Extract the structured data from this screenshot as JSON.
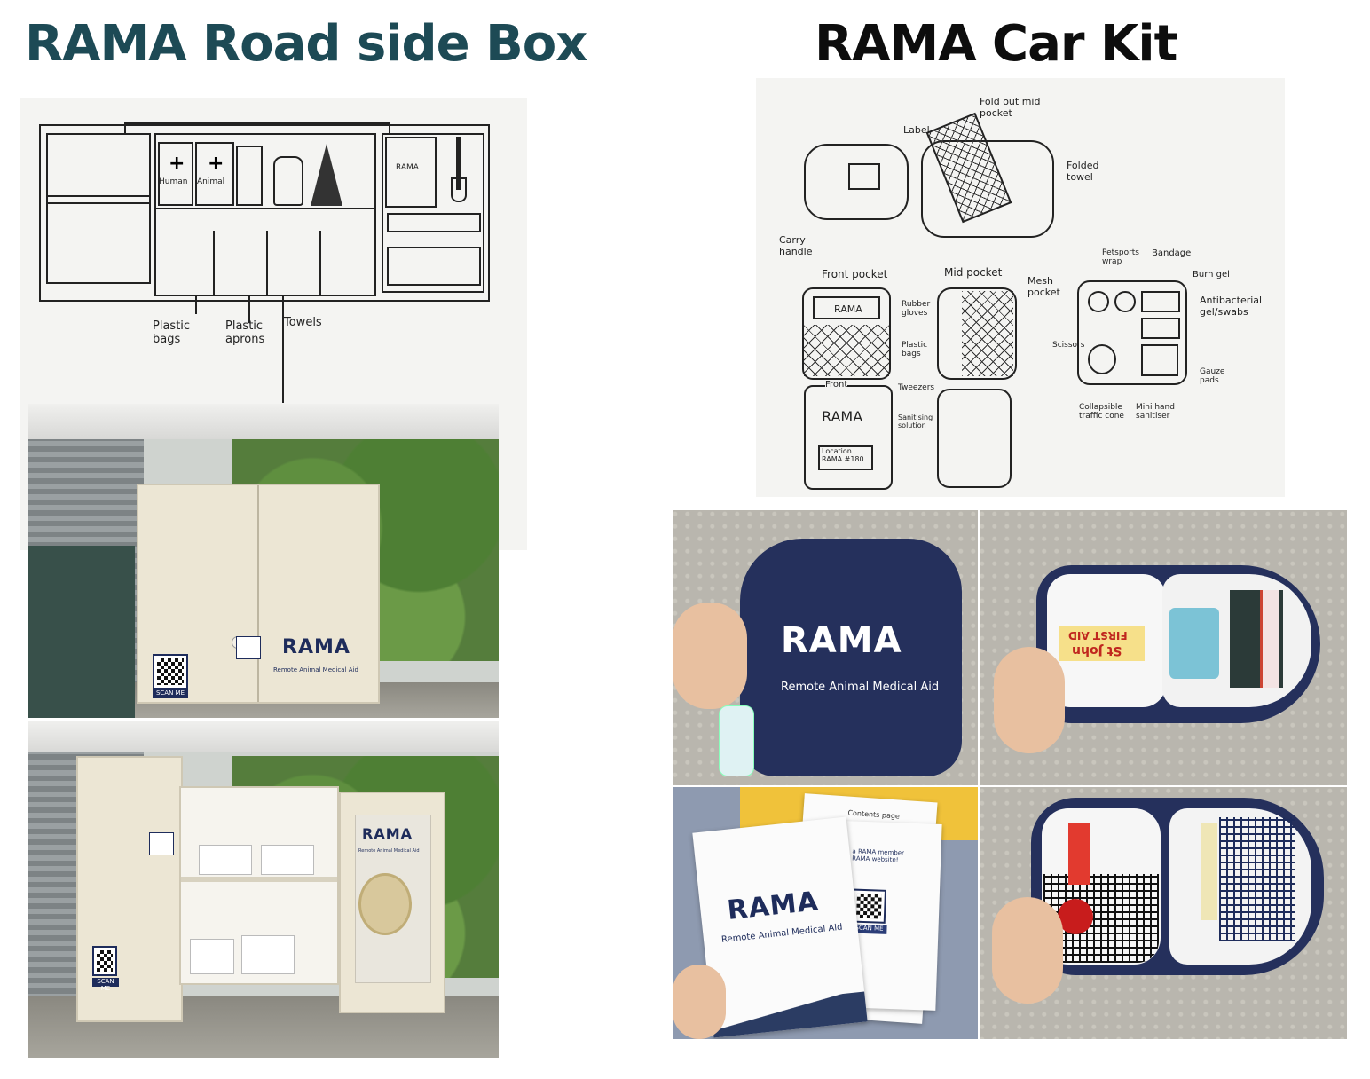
{
  "titles": {
    "left": "RAMA Road side Box",
    "right": "RAMA Car Kit"
  },
  "box_sketch": {
    "labels": {
      "human": "Human",
      "animal": "Animal",
      "rama": "RAMA",
      "plastic_bags": "Plastic bags",
      "plastic_aprons": "Plastic aprons",
      "towels": "Towels"
    }
  },
  "box_photo_closed": {
    "brand": "RAMA",
    "tagline": "Remote Animal Medical Aid",
    "scan": "SCAN ME"
  },
  "box_photo_open": {
    "brand": "RAMA",
    "tagline": "Remote Animal Medical Aid",
    "scan": "SCAN ME"
  },
  "kit_sketch": {
    "labels": {
      "label": "Label",
      "fold_out": "Fold out mid pocket",
      "folded_towel": "Folded towel",
      "carry_handle": "Carry handle",
      "front_pocket": "Front pocket",
      "mid_pocket": "Mid pocket",
      "mesh_pocket": "Mesh pocket",
      "rubber_gloves": "Rubber gloves",
      "plastic_bags": "Plastic bags",
      "tweezers": "Tweezers",
      "sanitising": "Sanitising solution",
      "front": "Front",
      "rama": "RAMA",
      "location": "Location RAMA #180",
      "petsports": "Petsports wrap",
      "bandage": "Bandage",
      "burn_gel": "Burn gel",
      "antibacterial": "Antibacterial gel/swabs",
      "scissors": "Scissors",
      "gauze": "Gauze pads",
      "cone": "Collapsible traffic cone",
      "mini_hand": "Mini hand sanitiser"
    }
  },
  "kit_photo_bag": {
    "brand": "RAMA",
    "tagline": "Remote Animal Medical Aid"
  },
  "kit_photo_open": {
    "first_aid": "FIRST AID",
    "st_john": "St John"
  },
  "kit_photo_booklet": {
    "contents": "Contents page",
    "member": "a RAMA member RAMA website!",
    "brand": "RAMA",
    "tagline": "Remote Animal Medical Aid",
    "scan": "SCAN ME"
  }
}
